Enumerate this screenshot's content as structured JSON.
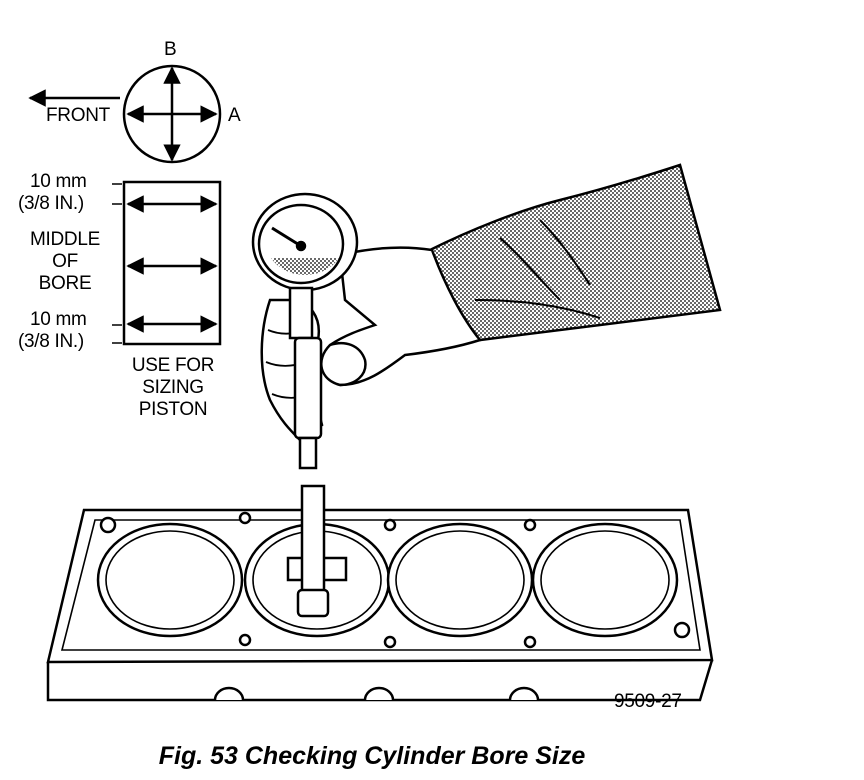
{
  "orientation": {
    "front_label": "FRONT",
    "axis_a_label": "A",
    "axis_b_label": "B"
  },
  "bore_gauge_diagram": {
    "top_measure": "10 mm",
    "top_measure_in": "(3/8 IN.)",
    "middle_line1": "MIDDLE",
    "middle_line2": "OF",
    "middle_line3": "BORE",
    "bottom_measure": "10 mm",
    "bottom_measure_in": "(3/8 IN.)",
    "note_line1": "USE FOR",
    "note_line2": "SIZING",
    "note_line3": "PISTON"
  },
  "figure_code": "9509-27",
  "caption": "Fig. 53 Checking Cylinder Bore Size",
  "colors": {
    "ink": "#000000",
    "paper": "#ffffff",
    "shade": "#8a8a8a"
  }
}
